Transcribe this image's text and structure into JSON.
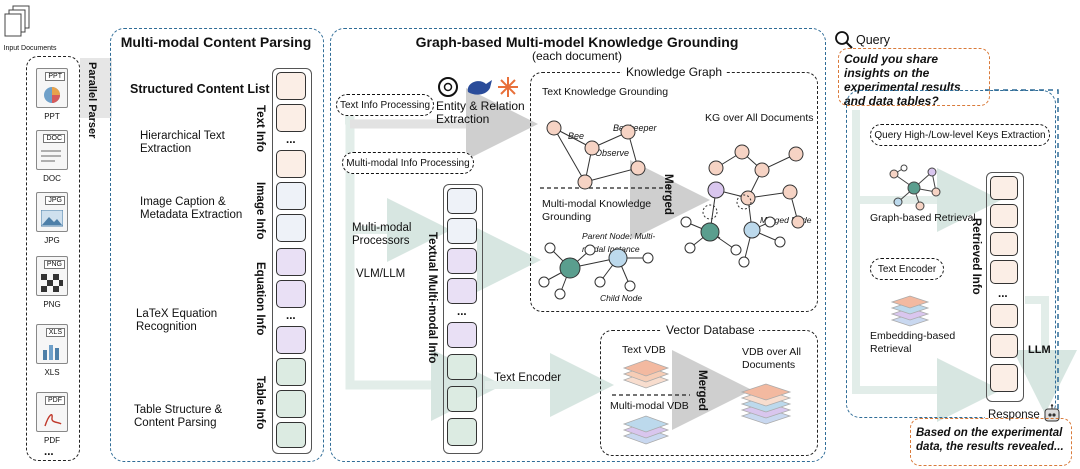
{
  "input_docs": {
    "title": "Input Documents",
    "parser_label": "Parallel Parser",
    "items": [
      {
        "tag": "PPT",
        "label": "PPT"
      },
      {
        "tag": "DOC",
        "label": "DOC"
      },
      {
        "tag": "JPG",
        "label": "JPG"
      },
      {
        "tag": "PNG",
        "label": "PNG"
      },
      {
        "tag": "XLS",
        "label": "XLS"
      },
      {
        "tag": "PDF",
        "label": "PDF"
      }
    ],
    "more": "..."
  },
  "parsing": {
    "title": "Multi-modal Content Parsing",
    "structured_list": "Structured Content List",
    "steps": [
      "Hierarchical Text Extraction",
      "Image Caption & Metadata Extraction",
      "LaTeX Equation Recognition",
      "Table Structure & Content Parsing"
    ],
    "column_labels": [
      "Text Info",
      "Image Info",
      "Equation Info",
      "Table Info"
    ],
    "dots": "..."
  },
  "grounding": {
    "title": "Graph-based Multi-model Knowledge Grounding",
    "subtitle": "(each document)",
    "text_info_processing": "Text Info Processing",
    "entity_relation": "Entity & Relation Extraction",
    "mm_info_processing": "Multi-modal Info Processing",
    "mm_processors": "Multi-modal Processors",
    "vlm_llm": "VLM/LLM",
    "textual_mm_info": "Textual Multi-modal Info",
    "text_encoder": "Text Encoder",
    "kg_title": "Knowledge Graph",
    "text_kg": "Text Knowledge Grounding",
    "bee": "Bee",
    "beekeeper": "Beekeeper",
    "observe": "Observe",
    "mm_kg": "Multi-modal Knowledge Grounding",
    "parent_node": "Parent Node: Multi-modal Instance",
    "child_node": "Child Node",
    "merged": "Merged",
    "kg_all": "KG over All Documents",
    "merged_node": "Merged Node",
    "vdb_title": "Vector Database",
    "text_vdb": "Text VDB",
    "mm_vdb": "Multi-modal VDB",
    "vdb_all": "VDB over All Documents",
    "dots": "..."
  },
  "query": {
    "label": "Query",
    "question": "Could you share insights on the experimental results and data tables?",
    "keys_extraction": "Query High-/Low-level Keys Extraction",
    "graph_retrieval": "Graph-based Retrieval",
    "text_encoder": "Text Encoder",
    "embedding_retrieval": "Embedding-based Retrieval",
    "retrieved_info": "Retrieved Info",
    "llm": "LLM",
    "response_label": "Response",
    "response_text": "Based on the experimental data, the results revealed...",
    "dots": "..."
  },
  "colors": {
    "text_cell": "#fbeee6",
    "image_cell": "#eef2f8",
    "equation_cell": "#e9e0f5",
    "table_cell": "#dcebe2",
    "frame_blue": "#2f6c97",
    "accent_orange": "#d97a3a",
    "node_pink": "#f6d3c4",
    "node_teal": "#5a9e8e",
    "node_blue": "#bcd9ec",
    "node_purple": "#d9c6ee"
  }
}
